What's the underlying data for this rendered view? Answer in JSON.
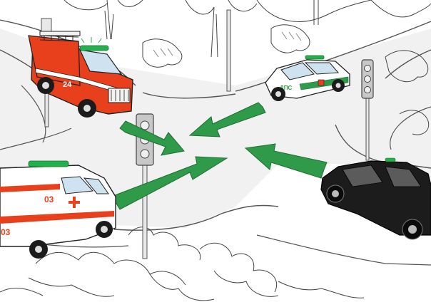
{
  "scene": {
    "fire_truck": {
      "number": "24",
      "color": "#e8401c",
      "flasher_color": "#22b14c"
    },
    "police_car": {
      "side_text": "ДПС",
      "color": "#ffffff",
      "stripe_color": "#2f9a4a"
    },
    "ambulance": {
      "side_text": "03",
      "rear_text": "03",
      "stripe_color": "#e8401c"
    },
    "dark_car": {
      "color": "#1c1c1c",
      "flasher_color": "#22b14c"
    },
    "arrow_color": "#2f9a4a",
    "traffic_light_color": "#c8c8c8",
    "road_color": "#f2f2f2",
    "sidewalk_color": "#e6e6e6"
  }
}
